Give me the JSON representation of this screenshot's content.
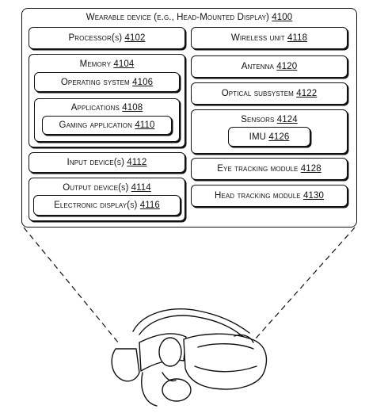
{
  "diagram": {
    "wearable": {
      "label": "Wearable device (e.g., Head-Mounted Display)",
      "ref": "4100"
    },
    "processor": {
      "label": "Processor(s)",
      "ref": "4102"
    },
    "memory": {
      "label": "Memory",
      "ref": "4104"
    },
    "os": {
      "label": "Operating system",
      "ref": "4106"
    },
    "applications": {
      "label": "Applications",
      "ref": "4108"
    },
    "gaming": {
      "label": "Gaming application",
      "ref": "4110"
    },
    "input": {
      "label": "Input device(s)",
      "ref": "4112"
    },
    "output": {
      "label": "Output device(s)",
      "ref": "4114"
    },
    "display": {
      "label": "Electronic display(s)",
      "ref": "4116"
    },
    "wireless": {
      "label": "Wireless unit",
      "ref": "4118"
    },
    "antenna": {
      "label": "Antenna",
      "ref": "4120"
    },
    "optical": {
      "label": "Optical subsystem",
      "ref": "4122"
    },
    "sensors": {
      "label": "Sensors",
      "ref": "4124"
    },
    "imu": {
      "label": "IMU",
      "ref": "4126"
    },
    "eye": {
      "label": "Eye tracking module",
      "ref": "4128"
    },
    "head": {
      "label": "Head tracking module",
      "ref": "4130"
    },
    "headset_icon": "vr-headset-illustration"
  }
}
